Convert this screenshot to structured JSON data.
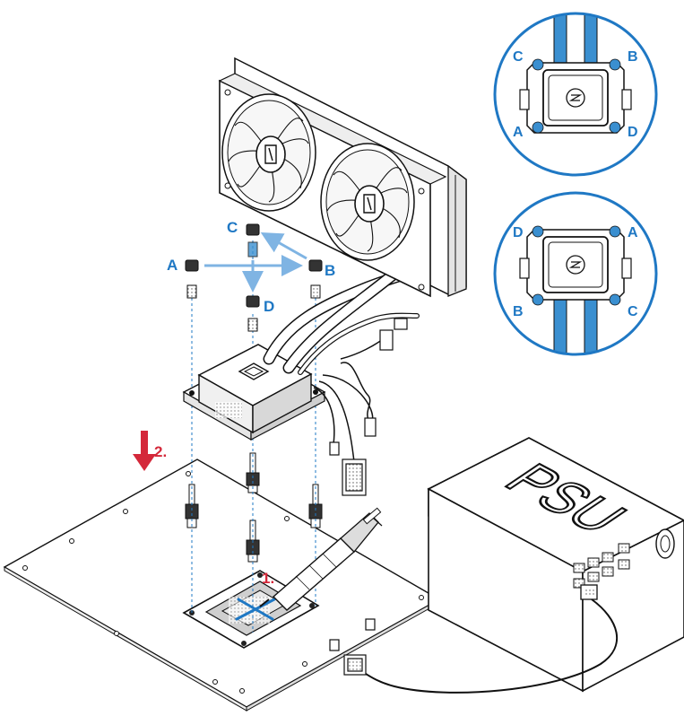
{
  "colors": {
    "accent_blue": "#1f78c4",
    "tube_blue": "#3a8fd0",
    "light_arrow_blue": "#7fb4e3",
    "step_red": "#d4283a",
    "ink": "#111111"
  },
  "labels": {
    "screw_a": "A",
    "screw_b": "B",
    "screw_c": "C",
    "screw_d": "D",
    "step_1": "1.",
    "step_2": "2.",
    "psu": "PSU"
  },
  "inset_top": {
    "top_left": "C",
    "top_right": "B",
    "bottom_left": "A",
    "bottom_right": "D",
    "icon": "pump-logo-icon"
  },
  "inset_bottom": {
    "top_left": "D",
    "top_right": "A",
    "bottom_left": "B",
    "bottom_right": "C",
    "icon": "pump-logo-icon"
  }
}
